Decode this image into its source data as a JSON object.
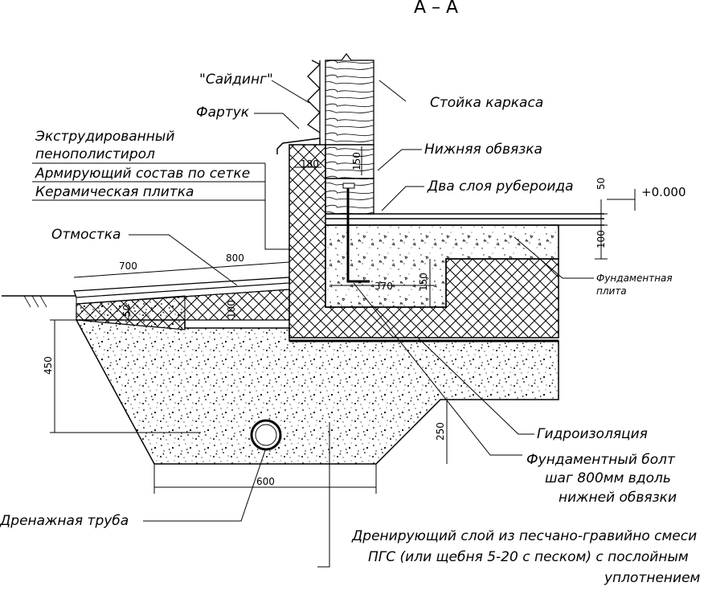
{
  "section_title": "А – А",
  "labels": {
    "siding": "\"Сайдинг\"",
    "apron": "Фартук",
    "xps_line1": "Экструдированный",
    "xps_line2": "пенополистирол",
    "reinforcing": "Армирующий состав по сетке",
    "ceramic": "Керамическая плитка",
    "blind_area": "Отмостка",
    "frame_post": "Стойка каркаса",
    "bottom_plate": "Нижняя обвязка",
    "roofing": "Два слоя рубероида",
    "level": "+0.000",
    "foundation_slab_line1": "Фундаментная",
    "foundation_slab_line2": "плита",
    "waterproofing": "Гидроизоляция",
    "bolt_line1": "Фундаментный болт",
    "bolt_line2": "шаг 800мм вдоль",
    "bolt_line3": "нижней обвязки",
    "drain_pipe": "Дренажная труба",
    "drain_layer_line1": "Дренирующий слой из песчано-гравийно смеси",
    "drain_layer_line2": "ПГС (или щебня 5-20 с песком)  с послойным",
    "drain_layer_line3": "уплотнением"
  },
  "dimensions": {
    "d180": "180",
    "d150_top": "150",
    "d50": "50",
    "d100": "100",
    "d700": "700",
    "d800": "800",
    "d50_left": "50",
    "d100_left": "100",
    "d370": "370",
    "d150_mid": "150",
    "d450": "450",
    "d250": "250",
    "d600": "600"
  }
}
